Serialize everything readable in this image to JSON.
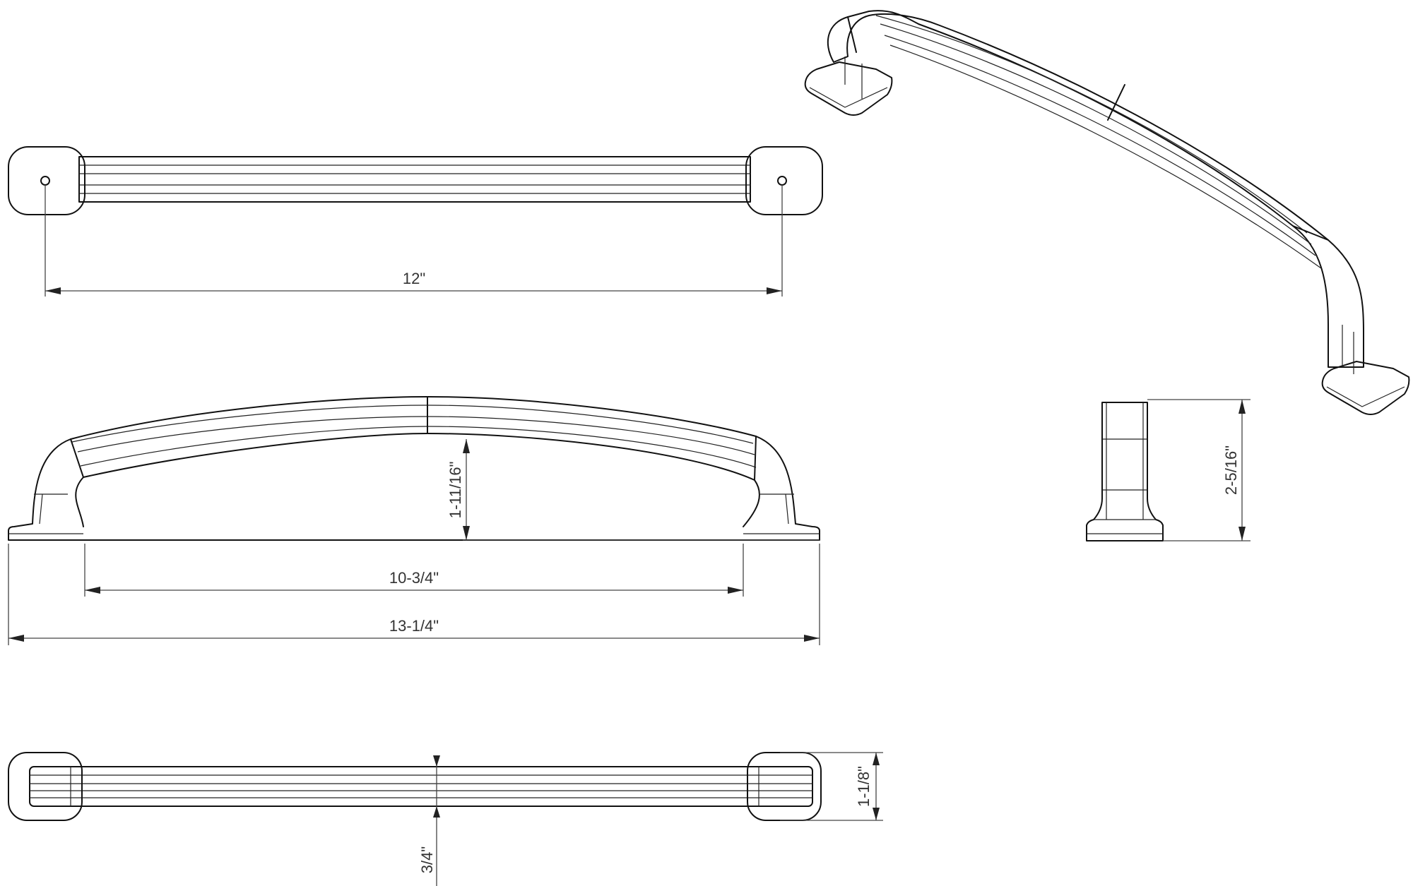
{
  "dimensions": {
    "center_to_center": "12\"",
    "height": "1-11/16\"",
    "inner_span": "10-3/4\"",
    "overall_length": "13-1/4\"",
    "side_height": "2-5/16\"",
    "bar_width": "3/4\"",
    "foot_width": "1-1/8\""
  },
  "colors": {
    "line": "#111111",
    "background": "#ffffff"
  }
}
